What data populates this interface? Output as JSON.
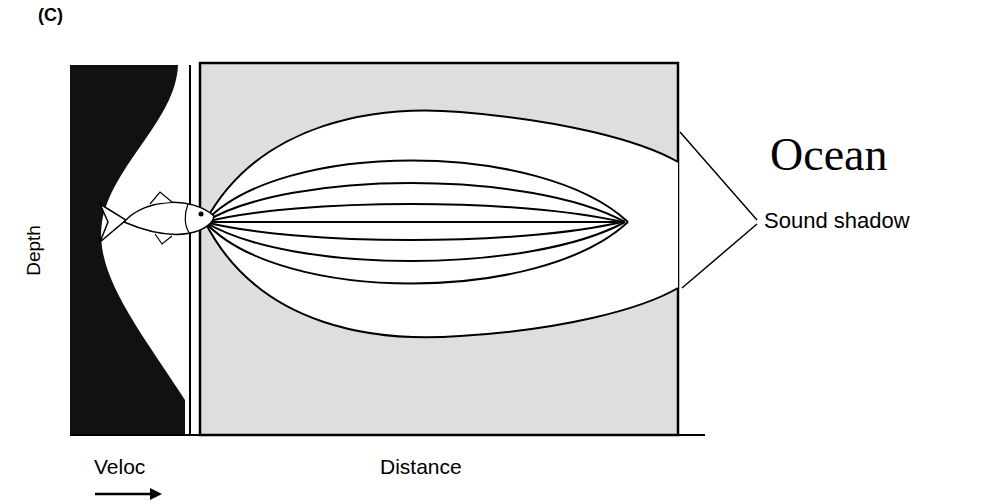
{
  "diagram": {
    "labels": [
      "(C)",
      "Ocean",
      "Sound shadow",
      "Depth",
      "Veloc",
      "Distance"
    ]
  }
}
